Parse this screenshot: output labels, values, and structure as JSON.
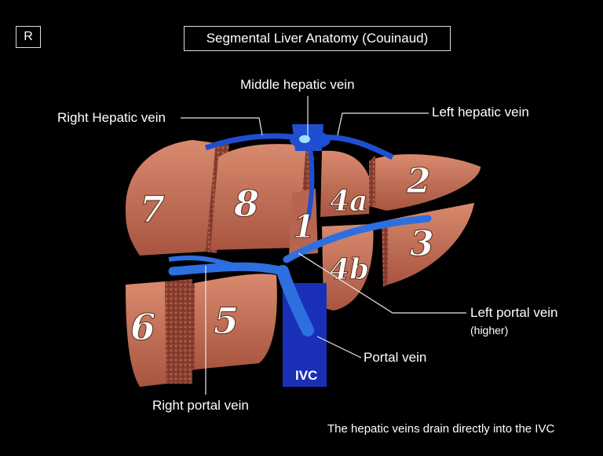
{
  "badge": "R",
  "title": "Segmental Liver Anatomy (Couinaud)",
  "labels": {
    "middle_hepatic_vein": "Middle hepatic vein",
    "right_hepatic_vein": "Right Hepatic vein",
    "left_hepatic_vein": "Left hepatic vein",
    "left_portal_vein": "Left portal vein",
    "left_portal_vein_note": "(higher)",
    "portal_vein": "Portal vein",
    "right_portal_vein": "Right portal vein",
    "ivc": "IVC"
  },
  "segments": [
    "1",
    "2",
    "3",
    "4a",
    "4b",
    "5",
    "6",
    "7",
    "8"
  ],
  "caption": "The hepatic veins drain directly into the IVC",
  "colors": {
    "background": "#000000",
    "liver": "#c9735a",
    "liver_cut": "#9a4a3a",
    "vessel": "#1f4fd0"
  }
}
